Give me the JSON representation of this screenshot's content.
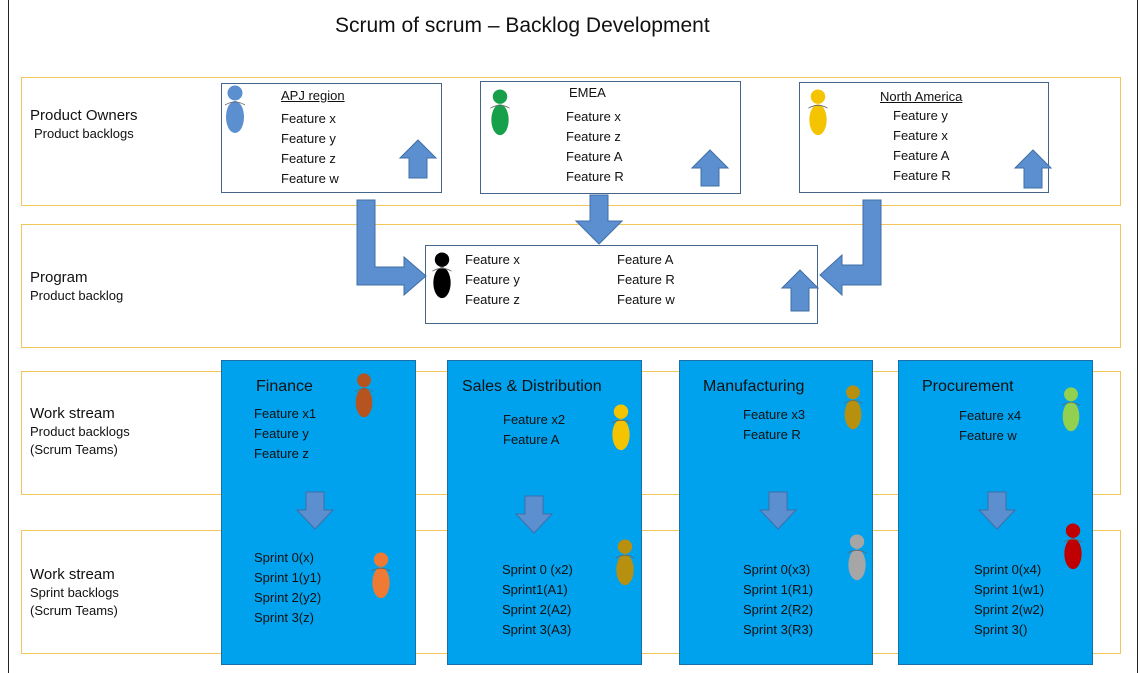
{
  "title": "Scrum of scrum – Backlog Development",
  "lanes": {
    "product_owners": {
      "label": "Product Owners",
      "sub": "Product backlogs"
    },
    "program": {
      "label": "Program",
      "sub": "Product backlog"
    },
    "work_stream_product": {
      "label": "Work stream",
      "sub1": "Product backlogs",
      "sub2": "(Scrum Teams)"
    },
    "work_stream_sprint": {
      "label": "Work stream",
      "sub1": "Sprint backlogs",
      "sub2": "(Scrum Teams)"
    }
  },
  "product_owners": [
    {
      "title": "APJ region",
      "features": [
        "Feature x",
        "Feature y",
        "Feature z",
        "Feature w"
      ],
      "color": "#5b8fcf"
    },
    {
      "title": "EMEA",
      "features": [
        "Feature x",
        "Feature z",
        "Feature A",
        "Feature R"
      ],
      "color": "#17a04a"
    },
    {
      "title": "North America",
      "features": [
        "Feature y",
        "Feature x",
        "Feature A",
        "Feature R"
      ],
      "color": "#f5c400"
    }
  ],
  "program": {
    "col1": [
      "Feature x",
      "Feature y",
      "Feature z"
    ],
    "col2": [
      "Feature A",
      "Feature R",
      "Feature w"
    ],
    "color": "#000000"
  },
  "work_streams": [
    {
      "name": "Finance",
      "features": [
        "Feature x1",
        "Feature y",
        "Feature z"
      ],
      "sprints": [
        "Sprint 0(x)",
        "Sprint 1(y1)",
        "Sprint 2(y2)",
        "Sprint  3(z)"
      ],
      "po_color": "#b5541e",
      "team_color": "#ef7a33"
    },
    {
      "name": "Sales & Distribution",
      "features": [
        "Feature x2",
        "Feature A"
      ],
      "sprints": [
        "Sprint 0 (x2)",
        "Sprint1(A1)",
        "Sprint 2(A2)",
        "Sprint 3(A3)"
      ],
      "po_color": "#f5c400",
      "team_color": "#b8900f"
    },
    {
      "name": "Manufacturing",
      "features": [
        "Feature x3",
        "Feature R"
      ],
      "sprints": [
        "Sprint 0(x3)",
        "Sprint 1(R1)",
        "Sprint 2(R2)",
        "Sprint 3(R3)"
      ],
      "po_color": "#b8900f",
      "team_color": "#a6a6a6"
    },
    {
      "name": "Procurement",
      "features": [
        "Feature x4",
        "Feature w"
      ],
      "sprints": [
        "Sprint 0(x4)",
        "Sprint 1(w1)",
        "Sprint 2(w2)",
        "Sprint 3()"
      ],
      "po_color": "#92d050",
      "team_color": "#c00000"
    }
  ],
  "arrow_color": "#5b8fcf"
}
